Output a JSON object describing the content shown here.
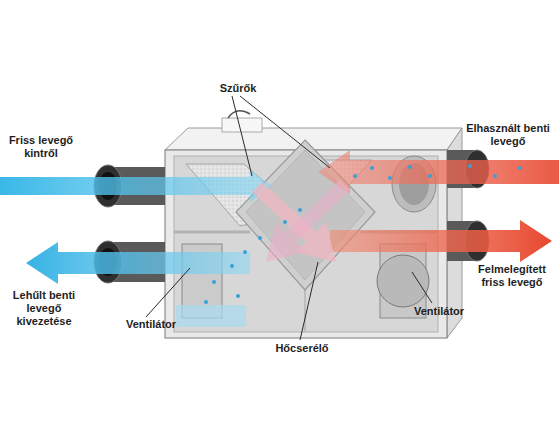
{
  "diagram": {
    "labels": [
      "Szűrők",
      "Friss levegő kintről",
      "Elhasznált benti levegő",
      "Lehűlt benti levegő kivezetése",
      "Ventilátor",
      "Felmelegített friss levegő",
      "Ventilátor",
      "Hőcserélő"
    ]
  }
}
